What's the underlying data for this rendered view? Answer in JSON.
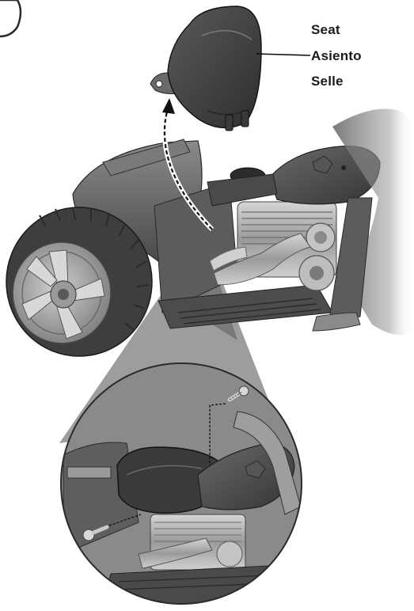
{
  "seat_label": {
    "en": "Seat",
    "es": "Asiento",
    "fr": "Selle"
  },
  "colors": {
    "body_plastic": "#6e6e6e",
    "dark_plastic": "#3c3c3c",
    "chrome": "#b5b5b5",
    "tire": "#4a4a4a",
    "rim": "#a9a9a9",
    "line": "#111111"
  },
  "icons": [
    "seat-part",
    "screw-icon",
    "motorcycle-illustration",
    "magnifier-callout"
  ]
}
